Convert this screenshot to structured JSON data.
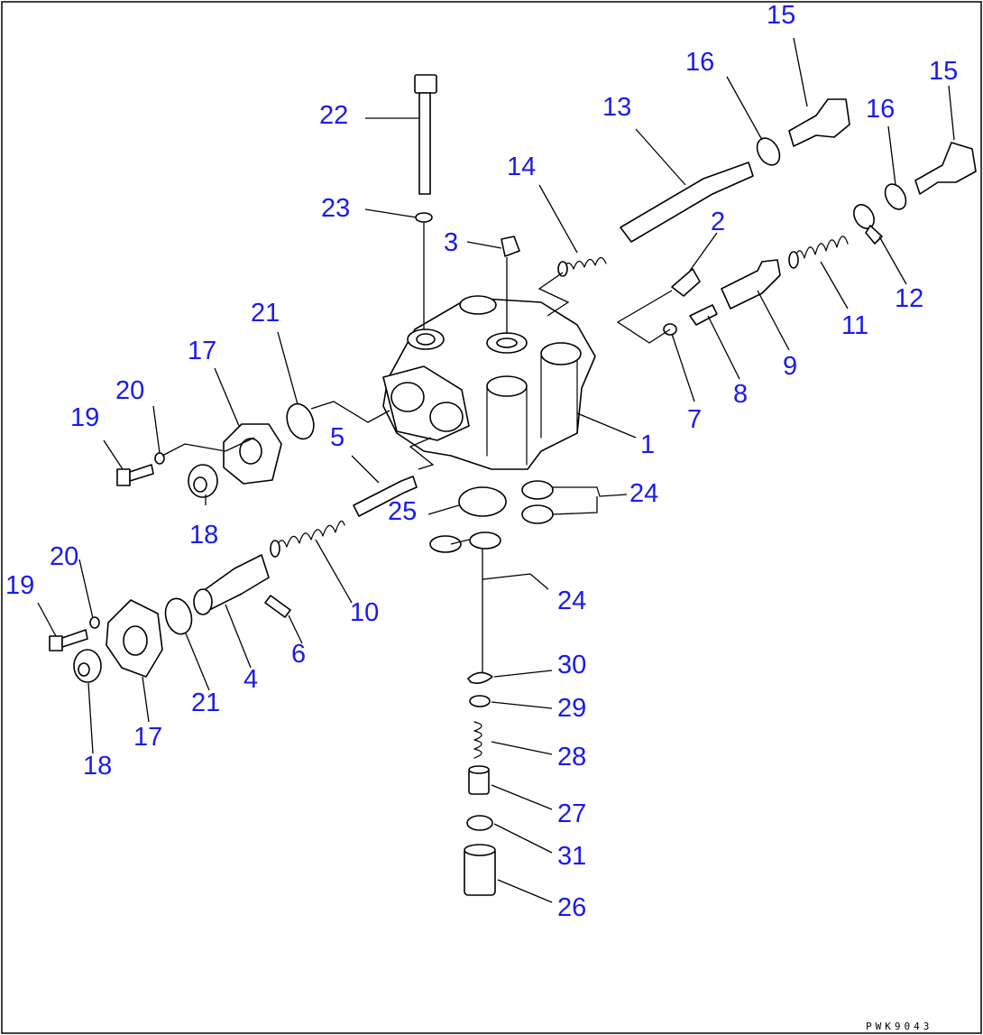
{
  "drawing": {
    "code": "PWK9043",
    "border_color": "#000000",
    "callout_color": "#1a1aee",
    "callouts": [
      "1",
      "2",
      "3",
      "4",
      "5",
      "6",
      "7",
      "8",
      "9",
      "10",
      "11",
      "12",
      "13",
      "14",
      "15",
      "15",
      "16",
      "16",
      "17",
      "17",
      "18",
      "18",
      "19",
      "19",
      "20",
      "20",
      "21",
      "21",
      "22",
      "23",
      "24",
      "24",
      "25",
      "26",
      "27",
      "28",
      "29",
      "30",
      "31"
    ]
  }
}
